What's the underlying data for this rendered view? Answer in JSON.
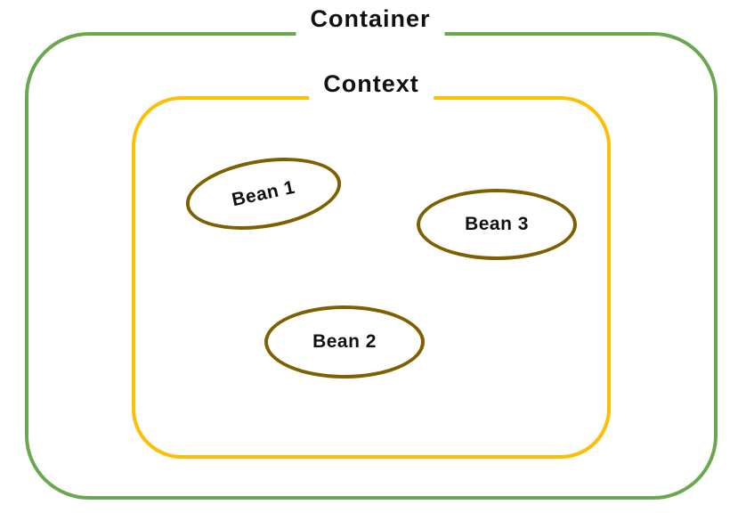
{
  "diagram": {
    "container": {
      "label": "Container"
    },
    "context": {
      "label": "Context"
    },
    "beans": [
      {
        "label": "Bean 1"
      },
      {
        "label": "Bean 2"
      },
      {
        "label": "Bean 3"
      }
    ]
  },
  "colors": {
    "container_border": "#6aa84f",
    "context_border": "#fcbf05",
    "bean_border": "#7f6000",
    "label_text": "#111111",
    "background": "#ffffff"
  }
}
